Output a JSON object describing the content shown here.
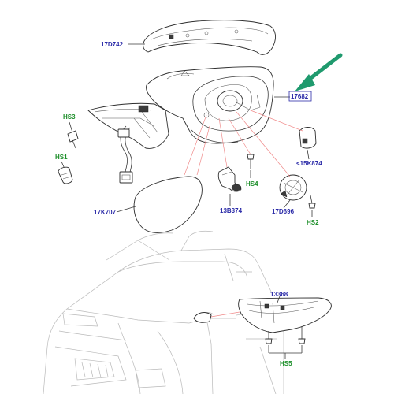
{
  "labels": {
    "cap": "17D742",
    "glass_housing": "17682",
    "bolt_upper": "HS3",
    "bolt_lower": "HS1",
    "motor_cover": "<15K874",
    "screw_mid": "HS4",
    "bracket": "13B374",
    "motor": "17D696",
    "screw_motor": "HS2",
    "mirror_glass": "17K707",
    "indicator": "13368",
    "screw_indicator": "HS5"
  },
  "colors": {
    "part_number_text": "#2b2ba8",
    "hardware_text": "#1d8f2a",
    "pointer_arrow": "#1f9a6e",
    "leader_lines": "#f08a8a"
  }
}
